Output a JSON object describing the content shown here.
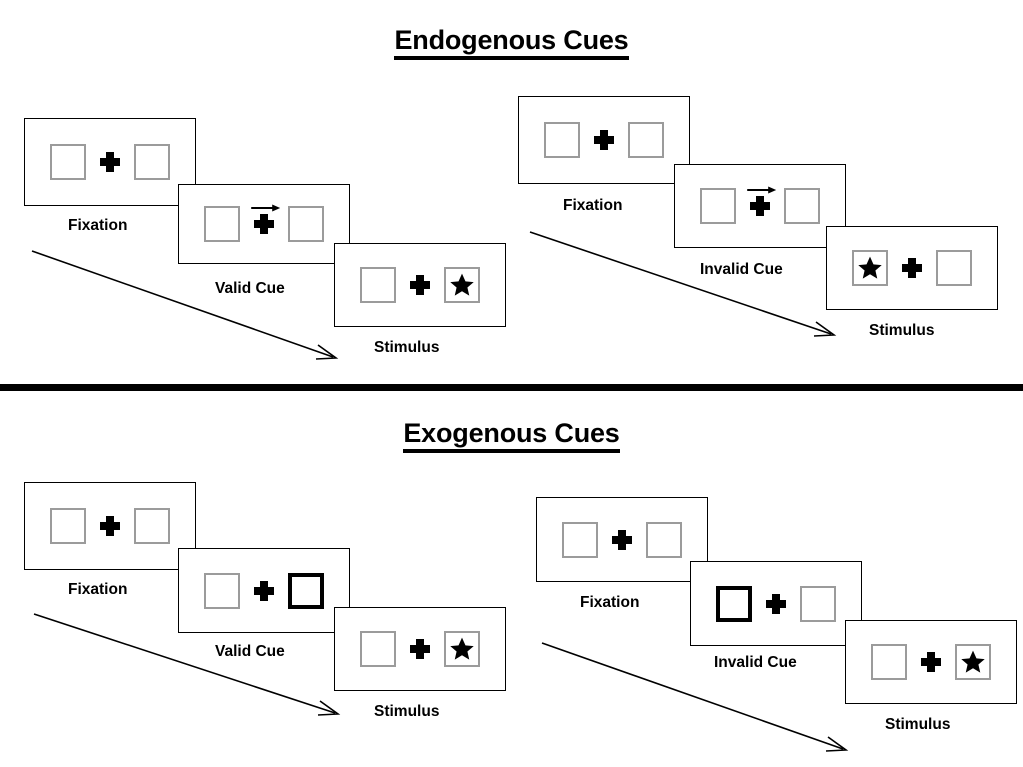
{
  "figure": {
    "type": "diagram",
    "description": "Posner cueing paradigm trial sequences for endogenous and exogenous cues"
  },
  "sections": [
    {
      "id": "endogenous",
      "title": "Endogenous Cues",
      "cue_type": "central-arrow",
      "columns": [
        {
          "id": "endogenous-valid",
          "frames": [
            {
              "stage": "Fixation",
              "caption": "Fixation",
              "left_box": {
                "state": "normal",
                "content": "empty"
              },
              "center": {
                "symbol": "plus",
                "arrow": "none"
              },
              "right_box": {
                "state": "normal",
                "content": "empty"
              }
            },
            {
              "stage": "Cue",
              "caption": "Valid Cue",
              "left_box": {
                "state": "normal",
                "content": "empty"
              },
              "center": {
                "symbol": "plus",
                "arrow": "right"
              },
              "right_box": {
                "state": "normal",
                "content": "empty"
              }
            },
            {
              "stage": "Stimulus",
              "caption": "Stimulus",
              "left_box": {
                "state": "normal",
                "content": "empty"
              },
              "center": {
                "symbol": "plus",
                "arrow": "none"
              },
              "right_box": {
                "state": "normal",
                "content": "star"
              }
            }
          ]
        },
        {
          "id": "endogenous-invalid",
          "frames": [
            {
              "stage": "Fixation",
              "caption": "Fixation",
              "left_box": {
                "state": "normal",
                "content": "empty"
              },
              "center": {
                "symbol": "plus",
                "arrow": "none"
              },
              "right_box": {
                "state": "normal",
                "content": "empty"
              }
            },
            {
              "stage": "Cue",
              "caption": "Invalid Cue",
              "left_box": {
                "state": "normal",
                "content": "empty"
              },
              "center": {
                "symbol": "plus",
                "arrow": "right"
              },
              "right_box": {
                "state": "normal",
                "content": "empty"
              }
            },
            {
              "stage": "Stimulus",
              "caption": "Stimulus",
              "left_box": {
                "state": "normal",
                "content": "star"
              },
              "center": {
                "symbol": "plus",
                "arrow": "none"
              },
              "right_box": {
                "state": "normal",
                "content": "empty"
              }
            }
          ]
        }
      ]
    },
    {
      "id": "exogenous",
      "title": "Exogenous Cues",
      "cue_type": "peripheral-box-flash",
      "columns": [
        {
          "id": "exogenous-valid",
          "frames": [
            {
              "stage": "Fixation",
              "caption": "Fixation",
              "left_box": {
                "state": "normal",
                "content": "empty"
              },
              "center": {
                "symbol": "plus",
                "arrow": "none"
              },
              "right_box": {
                "state": "normal",
                "content": "empty"
              }
            },
            {
              "stage": "Cue",
              "caption": "Valid Cue",
              "left_box": {
                "state": "normal",
                "content": "empty"
              },
              "center": {
                "symbol": "plus",
                "arrow": "none"
              },
              "right_box": {
                "state": "cued",
                "content": "empty"
              }
            },
            {
              "stage": "Stimulus",
              "caption": "Stimulus",
              "left_box": {
                "state": "normal",
                "content": "empty"
              },
              "center": {
                "symbol": "plus",
                "arrow": "none"
              },
              "right_box": {
                "state": "normal",
                "content": "star"
              }
            }
          ]
        },
        {
          "id": "exogenous-invalid",
          "frames": [
            {
              "stage": "Fixation",
              "caption": "Fixation",
              "left_box": {
                "state": "normal",
                "content": "empty"
              },
              "center": {
                "symbol": "plus",
                "arrow": "none"
              },
              "right_box": {
                "state": "normal",
                "content": "empty"
              }
            },
            {
              "stage": "Cue",
              "caption": "Invalid Cue",
              "left_box": {
                "state": "cued",
                "content": "empty"
              },
              "center": {
                "symbol": "plus",
                "arrow": "none"
              },
              "right_box": {
                "state": "normal",
                "content": "empty"
              }
            },
            {
              "stage": "Stimulus",
              "caption": "Stimulus",
              "left_box": {
                "state": "normal",
                "content": "empty"
              },
              "center": {
                "symbol": "plus",
                "arrow": "none"
              },
              "right_box": {
                "state": "normal",
                "content": "star"
              }
            }
          ]
        }
      ]
    }
  ],
  "colors": {
    "frame_border": "#000000",
    "placeholder_box_border": "#9b9b9b",
    "cued_box_border": "#000000",
    "symbol": "#000000",
    "background": "#ffffff"
  },
  "icons": {
    "fixation_cross": "plus-icon",
    "cue_arrow": "arrow-right-icon",
    "target": "star-icon",
    "sequence": "diagonal-arrow-icon"
  }
}
